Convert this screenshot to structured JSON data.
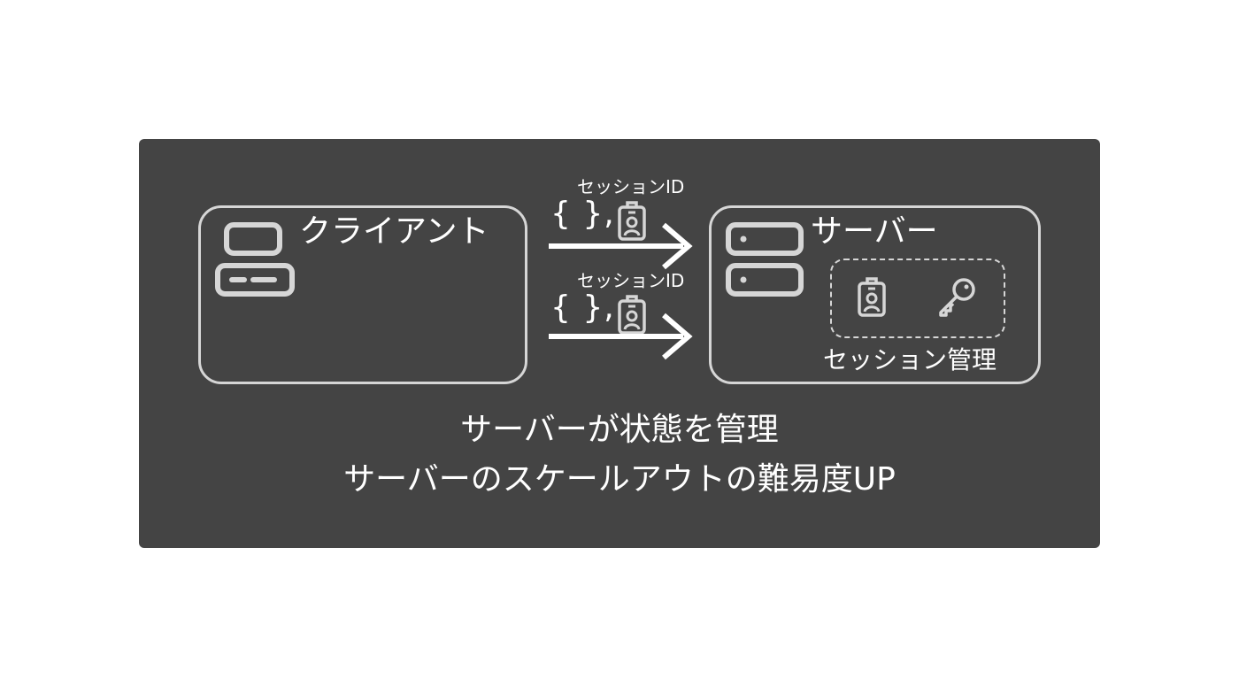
{
  "client": {
    "title": "クライアント",
    "icon": "server-stack-icon"
  },
  "server": {
    "title": "サーバー",
    "icon": "server-stack-icon",
    "session_store": {
      "label": "セッション管理",
      "icons": [
        "id-badge-icon",
        "key-icon"
      ]
    }
  },
  "requests": [
    {
      "label": "セッションID",
      "payload": "{ },"
    },
    {
      "label": "セッションID",
      "payload": "{ },"
    }
  ],
  "description": {
    "line1": "サーバーが状態を管理",
    "line2": "サーバーのスケールアウトの難易度UP"
  },
  "colors": {
    "panel": "#444444",
    "stroke": "#d6d6d6",
    "text": "#ffffff"
  }
}
